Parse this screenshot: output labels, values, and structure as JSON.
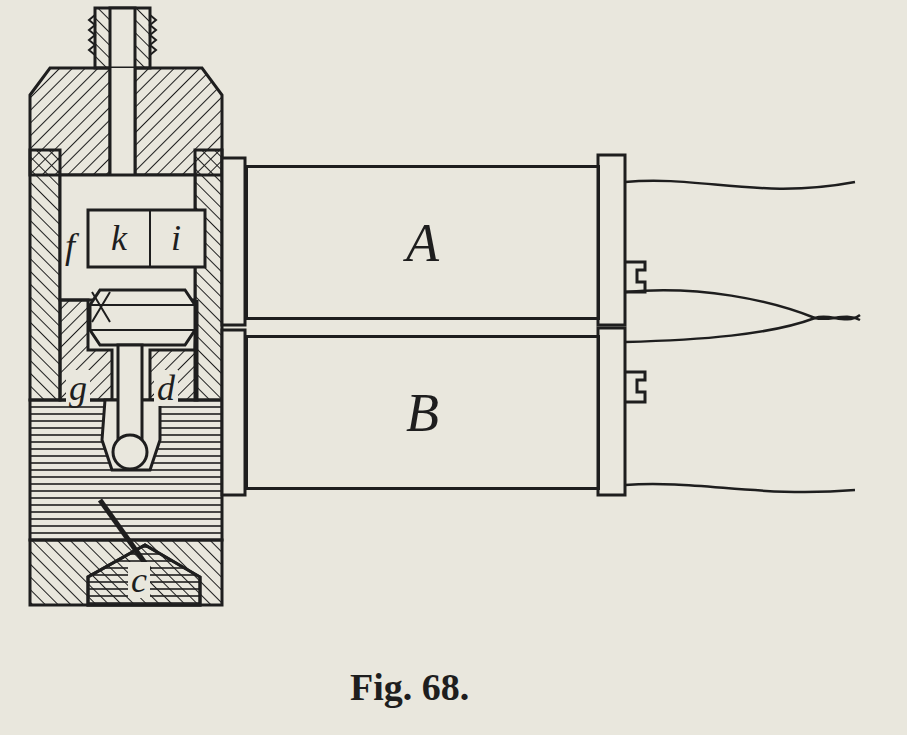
{
  "diagram": {
    "caption": "Fig. 68.",
    "nodes": [
      {
        "text": [
          "A"
        ]
      },
      {
        "text": [
          "B"
        ]
      }
    ],
    "labels": [
      "k",
      "i",
      "f",
      "g",
      "d",
      "c"
    ]
  }
}
